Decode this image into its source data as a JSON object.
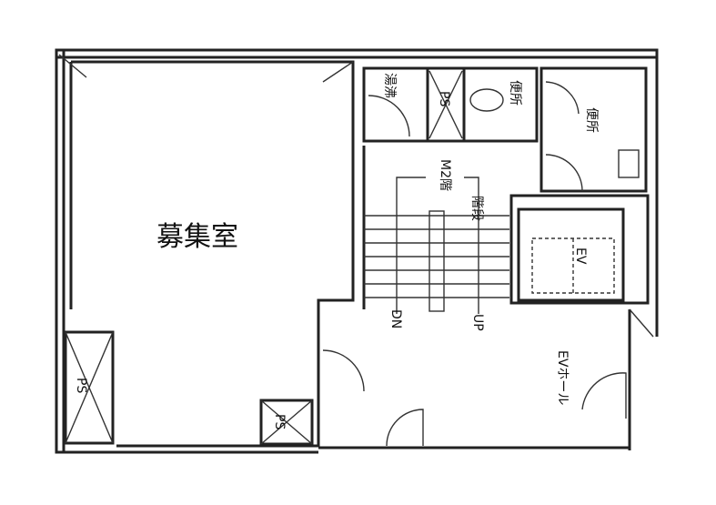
{
  "rooms": {
    "main": "募集室",
    "kitchenette": "湯沸",
    "ps_top": "PS",
    "toilet_1": "便所",
    "toilet_2": "便所",
    "floor_label": "M2階",
    "stairs": "階段",
    "dn": "DN",
    "up": "UP",
    "ev": "EV",
    "ev_hall": "EVホール",
    "ps_left": "PS",
    "ps_bottom": "PS"
  }
}
